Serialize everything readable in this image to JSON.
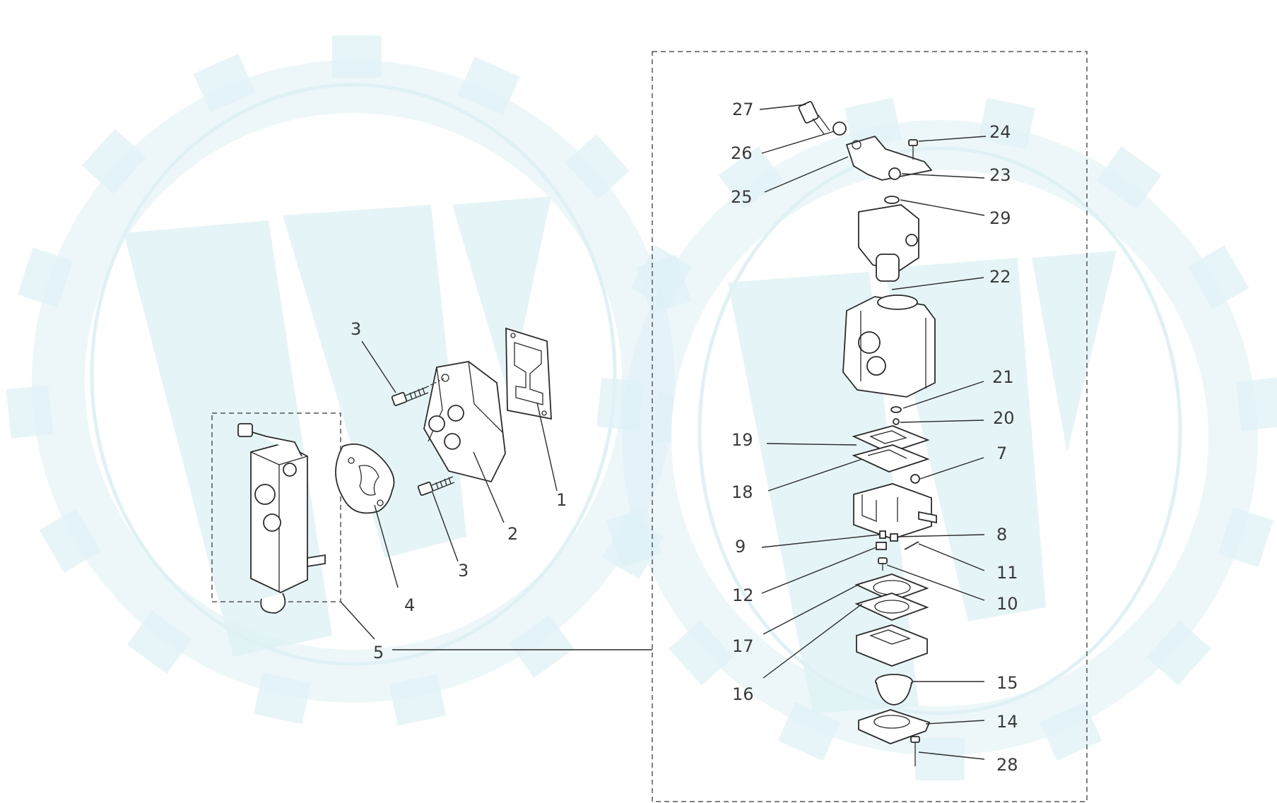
{
  "diagram": {
    "type": "exploded-parts-diagram",
    "callouts": {
      "c1": "1",
      "c2": "2",
      "c3a": "3",
      "c3b": "3",
      "c4": "4",
      "c5": "5",
      "c7": "7",
      "c8": "8",
      "c9": "9",
      "c10": "10",
      "c11": "11",
      "c12": "12",
      "c14": "14",
      "c15": "15",
      "c16": "16",
      "c17": "17",
      "c18": "18",
      "c19": "19",
      "c20": "20",
      "c21": "21",
      "c22": "22",
      "c23": "23",
      "c24": "24",
      "c25": "25",
      "c26": "26",
      "c27": "27",
      "c28": "28",
      "c29": "29"
    },
    "colors": {
      "watermark": "#dff1f5",
      "line": "#2b2b2b",
      "text": "#3a3a3a"
    }
  }
}
